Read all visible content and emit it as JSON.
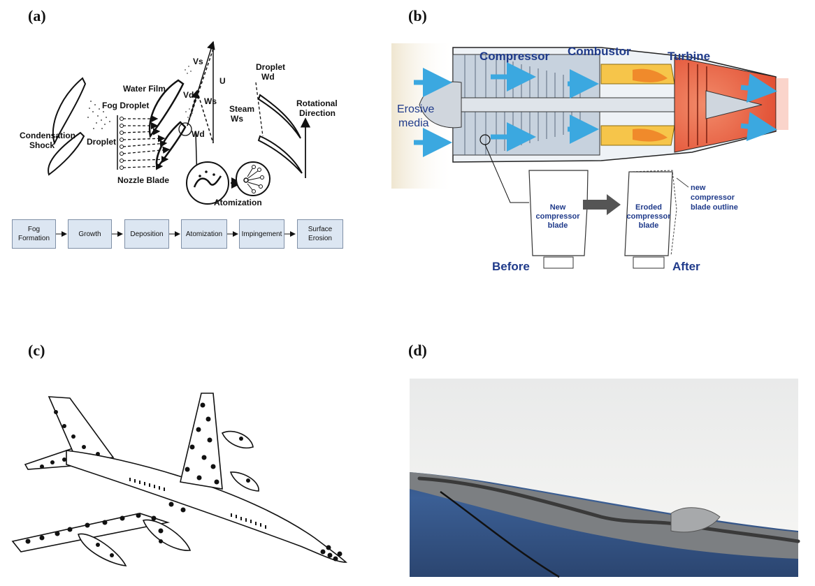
{
  "panels": {
    "a": {
      "letter": "(a)",
      "labels": {
        "condensation_shock": "Condensation\nShock",
        "fog_droplet": "Fog Droplet",
        "water_film": "Water Film",
        "droplet": "Droplet",
        "nozzle_blade": "Nozzle Blade",
        "atomization": "Atomization",
        "vs": "Vs",
        "vd": "Vd",
        "u": "U",
        "ws": "Ws",
        "wd": "Wd",
        "droplet_wd": "Droplet\nWd",
        "steam_ws": "Steam\nWs",
        "rotational_direction": "Rotational\nDirection"
      },
      "flow_steps": [
        "Fog\nFormation",
        "Growth",
        "Deposition",
        "Atomization",
        "Impingement",
        "Surface\nErosion"
      ]
    },
    "b": {
      "letter": "(b)",
      "labels": {
        "compressor": "Compressor",
        "combustor": "Combustor",
        "turbine": "Turbine",
        "erosive_media": "Erosive\nmedia",
        "new_blade": "New\ncompressor\nblade",
        "eroded_blade": "Eroded\ncompressor\nblade",
        "new_outline": "new\ncompressor\nblade outline",
        "before": "Before",
        "after": "After"
      }
    },
    "c": {
      "letter": "(c)"
    },
    "d": {
      "letter": "(d)"
    }
  },
  "colors": {
    "flow_box_fill": "#dce6f2",
    "engine_blue": "#1f3a8a",
    "turbine_red": "#e8533a",
    "arrow_cyan": "#3ba8e0"
  }
}
